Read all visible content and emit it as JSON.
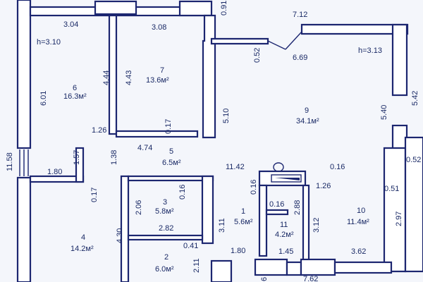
{
  "colors": {
    "wall_stroke": "#1c2670",
    "text": "#1a2a66",
    "background": "#f4f6fb",
    "wall_fill": "#ffffff"
  },
  "heights": {
    "left": "h=3.10",
    "right": "h=3.13"
  },
  "rooms": [
    {
      "number": "1",
      "area": "5.6м²"
    },
    {
      "number": "2",
      "area": "6.0м²"
    },
    {
      "number": "3",
      "area": "5.8м²"
    },
    {
      "number": "4",
      "area": "14.2м²"
    },
    {
      "number": "5",
      "area": "6.5м²"
    },
    {
      "number": "6",
      "area": "16.3м²"
    },
    {
      "number": "7",
      "area": "13.6м²"
    },
    {
      "number": "9",
      "area": "34.1м²"
    },
    {
      "number": "10",
      "area": "11.4м²"
    },
    {
      "number": "11",
      "area": "4.2м²"
    }
  ],
  "dimensions": [
    "3.04",
    "3.08",
    "0.91",
    "7.12",
    "0.52",
    "6.69",
    "4.44",
    "4.43",
    "6.01",
    "5.42",
    "5.40",
    "5.10",
    "1.26",
    "0.17",
    "4.74",
    "11.58",
    "1.57",
    "1.38",
    "1.80",
    "11.42",
    "0.16",
    "0.52",
    "0.17",
    "2.06",
    "0.16",
    "0.16",
    "1.26",
    "0.51",
    "0.16",
    "2.88",
    "3.12",
    "3.11",
    "2.97",
    "2.82",
    "4.30",
    "0.41",
    "1.80",
    "2.11",
    "1.45",
    "3.62",
    "7.62",
    "6"
  ]
}
